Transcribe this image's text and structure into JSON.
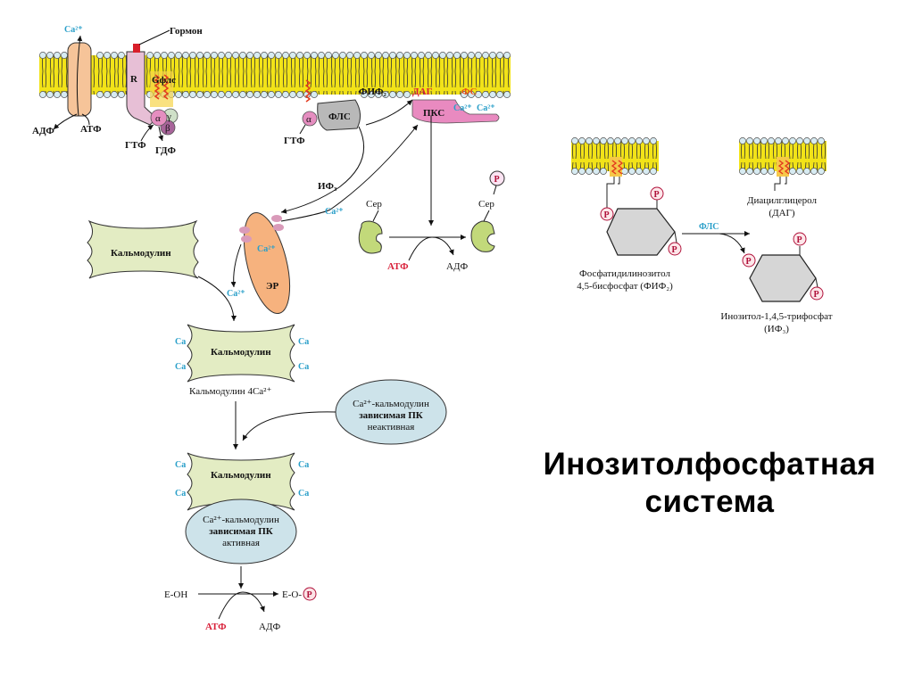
{
  "title": {
    "line1": "Инозитолфосфатная",
    "line2": "система"
  },
  "colors": {
    "membrane_yellow": "#f2e318",
    "lipid_head": "#bfe3ef",
    "calcium_blue": "#2a9fc9",
    "atp_red": "#d8213a",
    "dag_orange": "#e8531b",
    "calmodulin_green": "#e3ecc3",
    "kinase_ellipse": "#cde3ea",
    "er_orange": "#f6b27e",
    "pkc_pink": "#e98ac0",
    "plc_gray": "#b8b8b8",
    "receptor_pink": "#e7bfd6",
    "hexagon_gray": "#d6d6d6"
  },
  "left_diagram": {
    "membrane": {
      "ca_channel_label": "Ca²⁺",
      "adp_label": "АДФ",
      "atp_label": "АТФ",
      "hormone_label": "Гормон",
      "receptor_label": "R",
      "g_protein_label": "Gфлс",
      "alpha": "α",
      "beta": "β",
      "gamma": "γ",
      "gtp_label": "ГТФ",
      "gdp_label": "ГДФ",
      "gtp2_label": "ГТФ",
      "alpha2": "α",
      "plc_label": "ФЛС",
      "pip2_label": "ФИФ₂",
      "dag_label": "ДАГ",
      "ps_label": "ФС",
      "pkc_label": "ПКС",
      "pkc_ca1": "Ca²⁺",
      "pkc_ca2": "Ca²⁺"
    },
    "ip3_label": "ИФ₃",
    "ca_release_label": "Ca²⁺",
    "er": {
      "label": "ЭР",
      "ca_inside": "Ca²⁺"
    },
    "ca_to_calmodulin": "Ca²⁺",
    "calmodulin_free": "Кальмодулин",
    "calmodulin_bound": {
      "label": "Кальмодулин",
      "ca_sites": [
        "Ca",
        "Ca",
        "Ca",
        "Ca"
      ],
      "caption": "Кальмодулин 4Ca²⁺"
    },
    "kinase_inactive": {
      "line1": "Ca²⁺-кальмодулин",
      "line2": "зависимая ПК",
      "line3": "неактивная"
    },
    "complex": {
      "calmodulin_label": "Кальмодулин",
      "ca_sites": [
        "Ca",
        "Ca",
        "Ca",
        "Ca"
      ],
      "kinase_line1": "Ca²⁺-кальмодулин",
      "kinase_line2": "зависимая ПК",
      "kinase_line3": "активная"
    },
    "final_reaction": {
      "substrate": "E-OH",
      "product": "E-O-",
      "phosphate": "P",
      "atp": "АТФ",
      "adp": "АДФ"
    },
    "ser_reaction": {
      "ser_left": "Сер",
      "ser_right": "Сер",
      "phosphate": "P",
      "atp": "АТФ",
      "adp": "АДФ"
    }
  },
  "right_diagram": {
    "pip2": {
      "phosphates": [
        "P",
        "P",
        "P"
      ],
      "caption_line1": "Фосфатидилинозитол",
      "caption_line2": "4,5-бисфосфат (ФИФ₂)"
    },
    "enzyme_label": "ФЛС",
    "dag": {
      "caption_line1": "Диацилглицерол",
      "caption_line2": "(ДАГ)"
    },
    "ip3": {
      "phosphates": [
        "P",
        "P",
        "P"
      ],
      "caption_line1": "Инозитол-1,4,5-трифосфат",
      "caption_line2": "(ИФ₃)"
    }
  }
}
